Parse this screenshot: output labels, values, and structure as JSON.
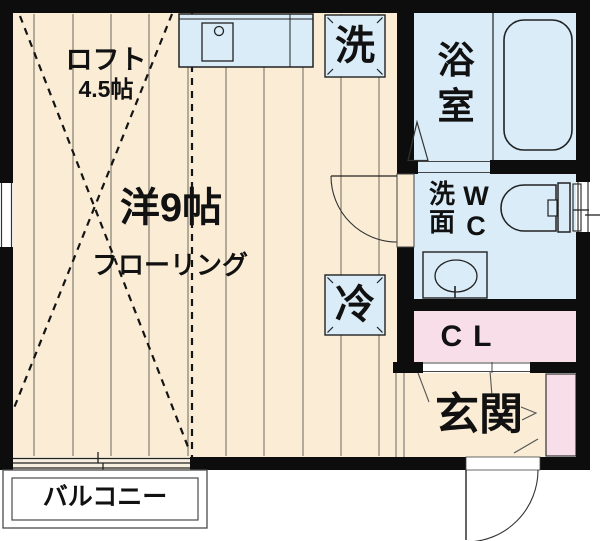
{
  "colors": {
    "floor": "#faecd5",
    "wet": "#d9ecf8",
    "pink": "#f7dee8",
    "wall": "#0d0d0d"
  },
  "labels": {
    "loft": "ロフト",
    "loft_size": "4.5帖",
    "room": "洋9帖",
    "flooring": "フローリング",
    "washer": "洗",
    "bath": "浴室",
    "washstand": "洗面",
    "wc": "WC",
    "fridge": "冷",
    "closet": "CL",
    "entrance": "玄関",
    "balcony": "バルコニー"
  }
}
